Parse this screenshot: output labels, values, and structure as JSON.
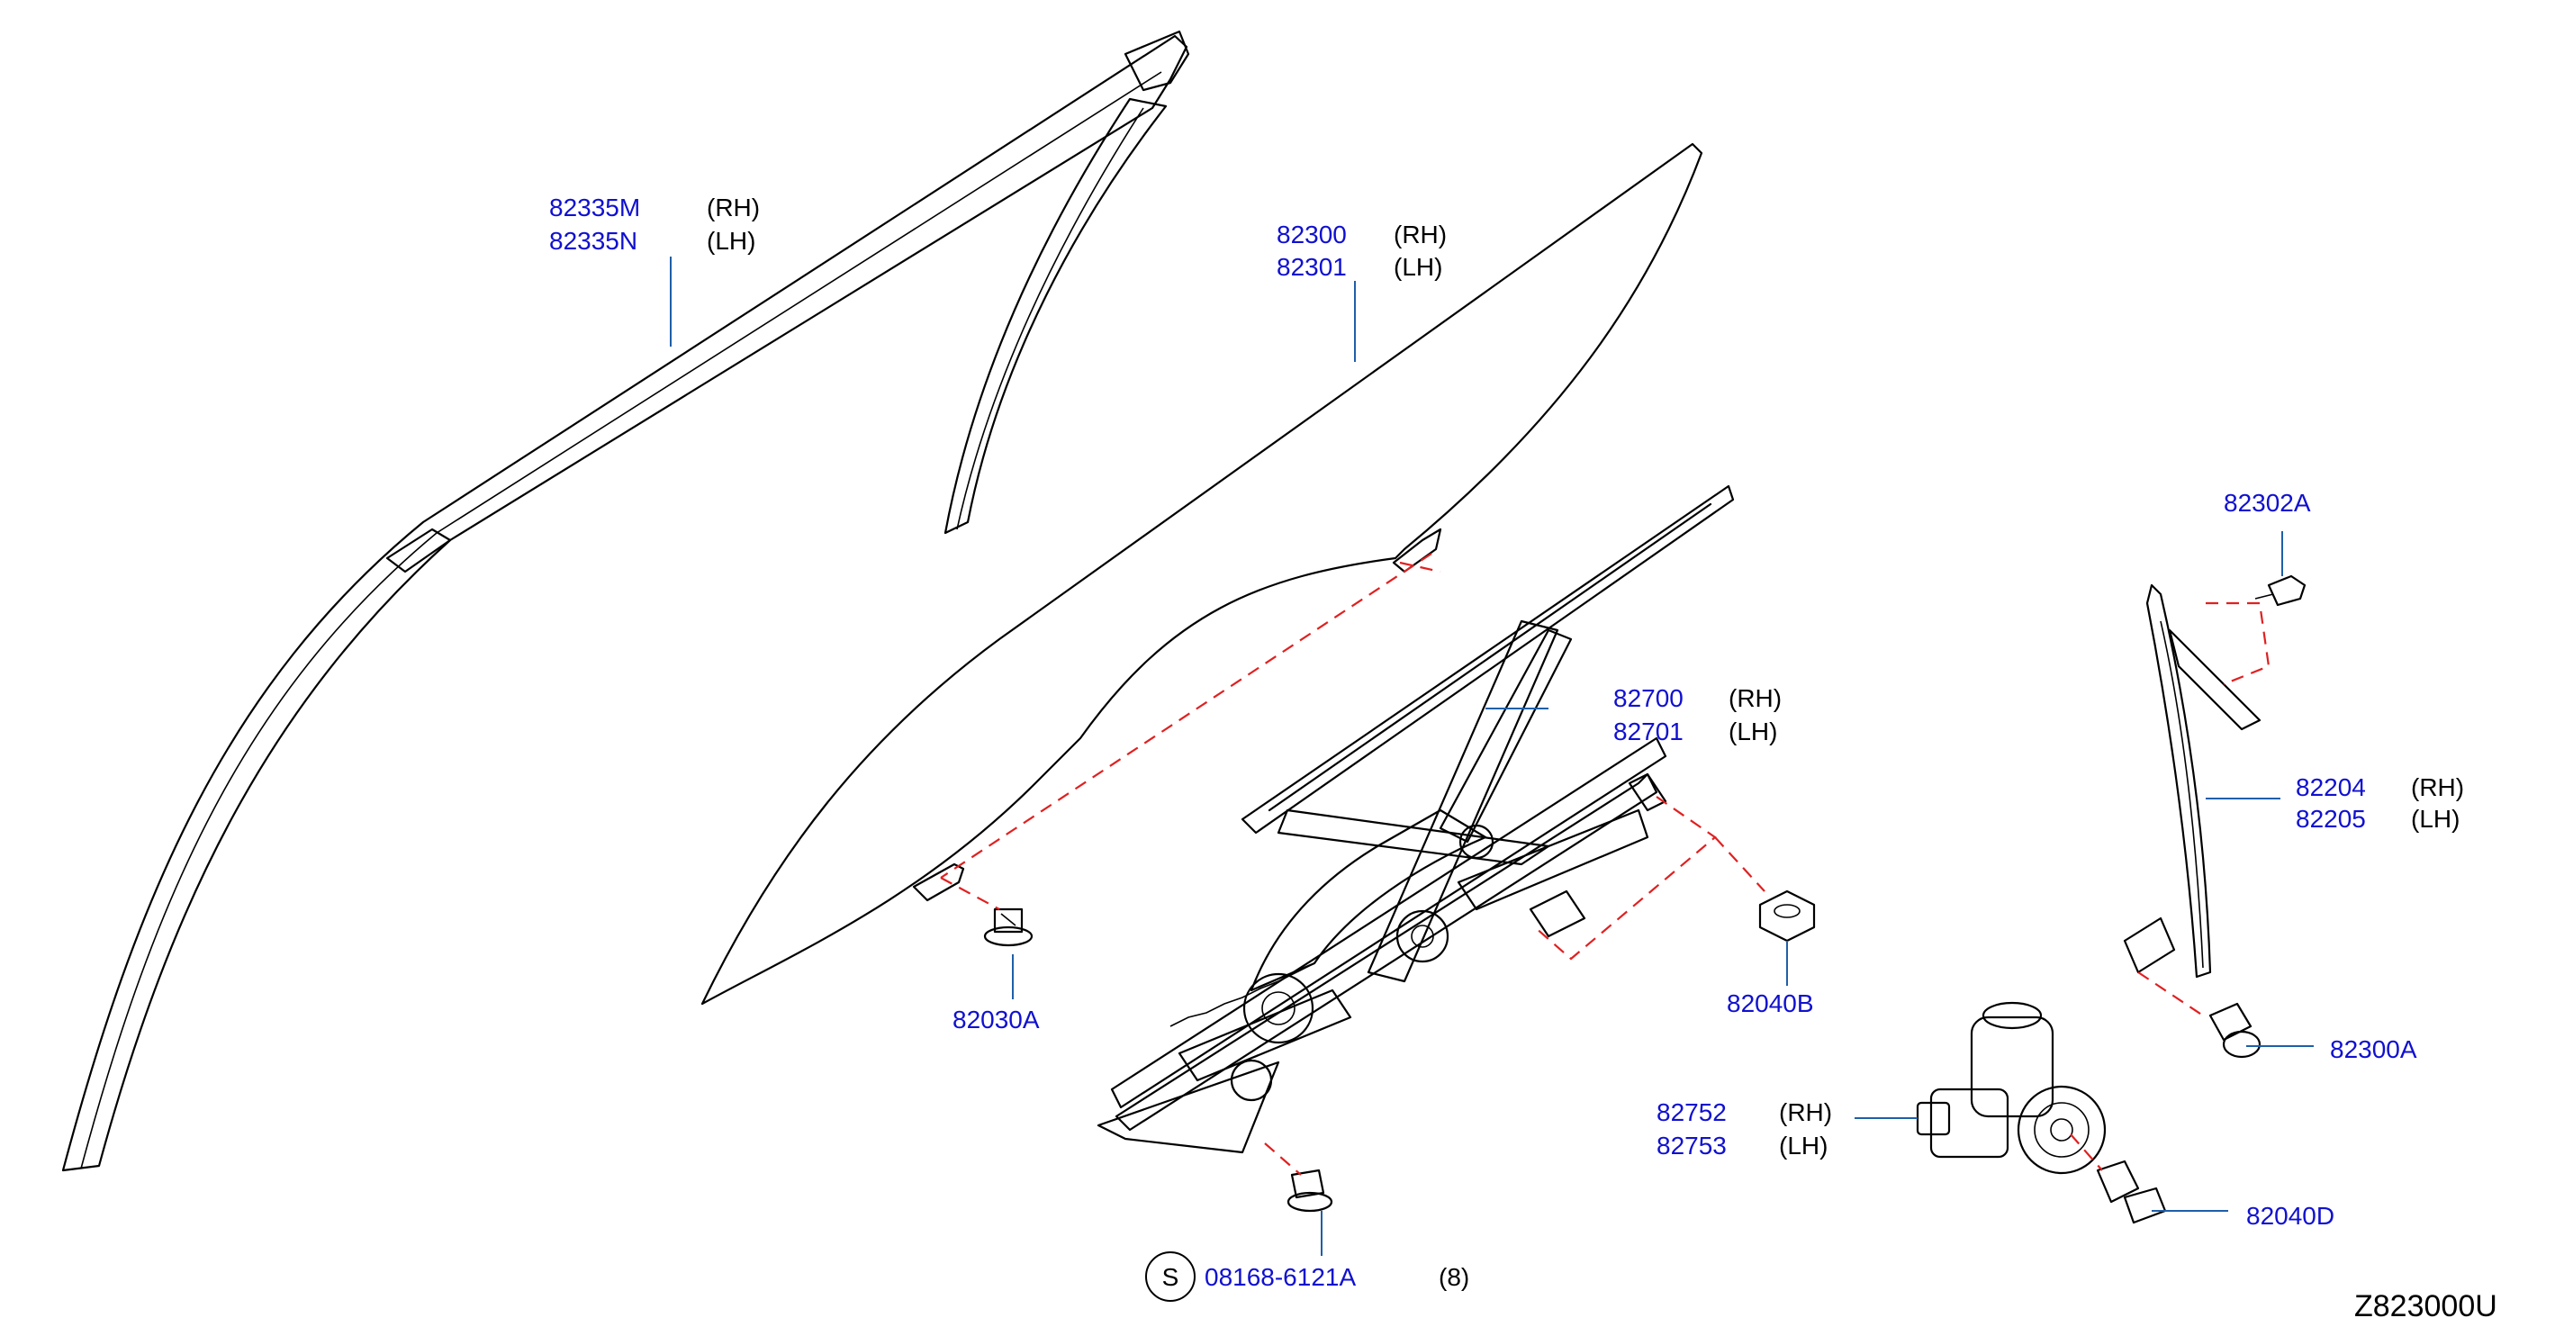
{
  "callouts": {
    "c82335": {
      "pn1": "82335M",
      "pn2": "82335N",
      "rh": "(RH)",
      "lh": "(LH)"
    },
    "c82300": {
      "pn1": "82300",
      "pn2": "82301",
      "rh": "(RH)",
      "lh": "(LH)"
    },
    "c82700": {
      "pn1": "82700",
      "pn2": "82701",
      "rh": "(RH)",
      "lh": "(LH)"
    },
    "c82204": {
      "pn1": "82204",
      "pn2": "82205",
      "rh": "(RH)",
      "lh": "(LH)"
    },
    "c82752": {
      "pn1": "82752",
      "pn2": "82753",
      "rh": "(RH)",
      "lh": "(LH)"
    },
    "c82302A": {
      "pn": "82302A"
    },
    "c82300A": {
      "pn": "82300A"
    },
    "c82030A": {
      "pn": "82030A"
    },
    "c82040B": {
      "pn": "82040B"
    },
    "c82040D": {
      "pn": "82040D"
    },
    "c08168": {
      "symbol": "S",
      "pn": "08168-6121A",
      "qty": "(8)"
    }
  },
  "diagram_id": "Z823000U",
  "colors": {
    "part_number": "#1010d0",
    "leader": "#1f5fa8",
    "dashed_guide": "#e02020",
    "outline": "#000000"
  }
}
